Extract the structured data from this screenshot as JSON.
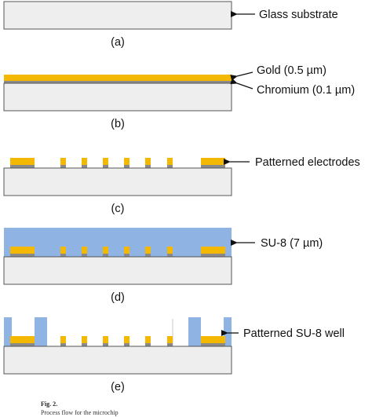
{
  "colors": {
    "substrate_fill": "#eeeeee",
    "substrate_stroke": "#555555",
    "gold": "#f5b800",
    "chromium": "#8a8a8a",
    "su8": "#8fb3e3",
    "arrow": "#111111"
  },
  "panels": [
    {
      "id": "a",
      "step_label": "(a)",
      "annotations": [
        "Glass substrate"
      ]
    },
    {
      "id": "b",
      "step_label": "(b)",
      "annotations": [
        "Gold (0.5 µm)",
        "Chromium (0.1 µm)"
      ]
    },
    {
      "id": "c",
      "step_label": "(c)",
      "annotations": [
        "Patterned electrodes"
      ]
    },
    {
      "id": "d",
      "step_label": "(d)",
      "annotations": [
        "SU-8 (7 µm)"
      ]
    },
    {
      "id": "e",
      "step_label": "(e)",
      "annotations": [
        "Patterned SU-8 well"
      ]
    }
  ],
  "figure": {
    "title": "Fig. 2.",
    "caption": "Process flow for the microchip"
  }
}
